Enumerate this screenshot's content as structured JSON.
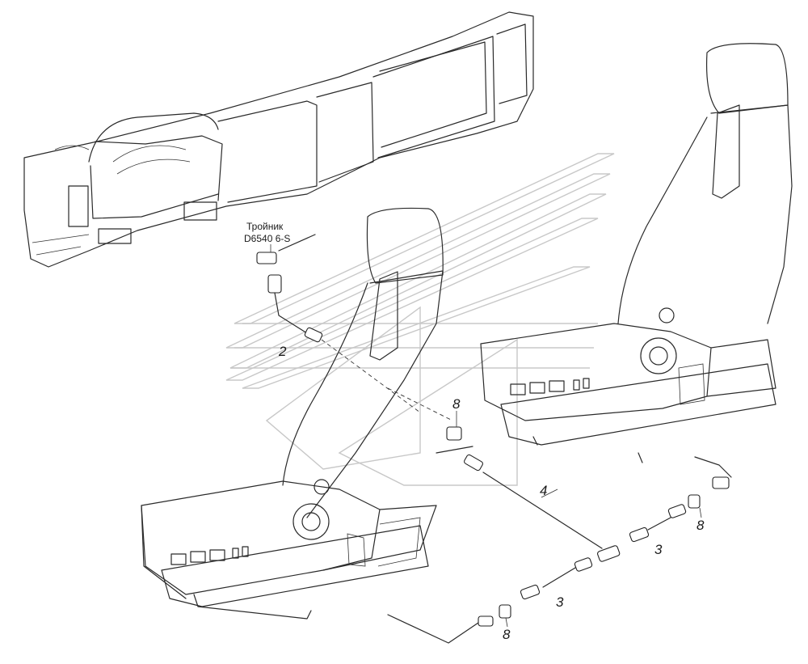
{
  "callouts": {
    "tee_name": "Тройник",
    "tee_code": "D6540 6-S"
  },
  "part_labels": {
    "p2": "2",
    "p3a": "3",
    "p3b": "3",
    "p4": "4",
    "p8a": "8",
    "p8b": "8",
    "p8c": "8"
  },
  "colors": {
    "line": "#2a2a2a",
    "watermark": "#c8c8c8",
    "background": "#ffffff"
  }
}
